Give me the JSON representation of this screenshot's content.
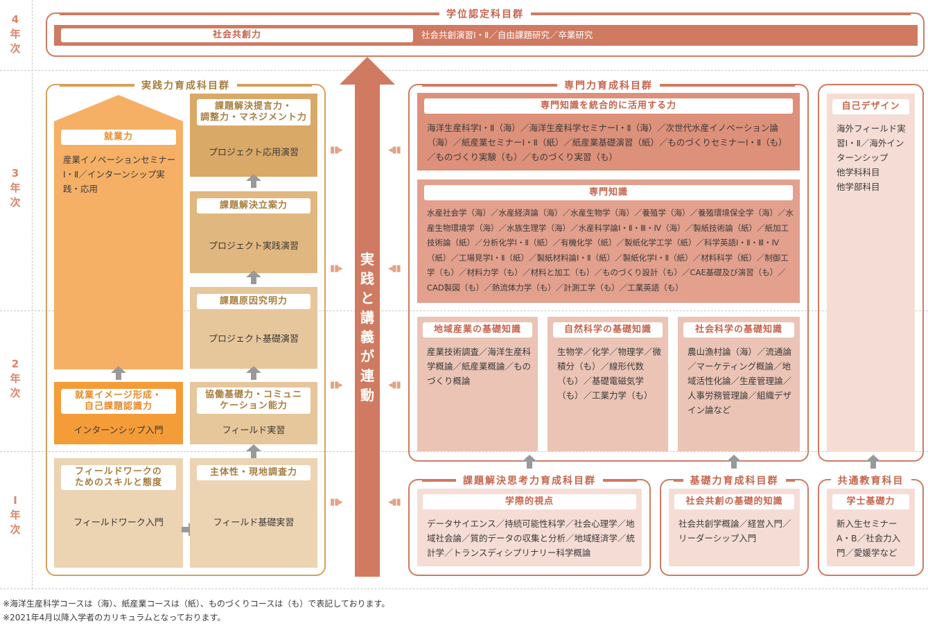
{
  "years": [
    "4\n年\n次",
    "3\n年\n次",
    "2\n年\n次",
    "Ⅰ\n年\n次"
  ],
  "top": {
    "title": "学位認定科目群",
    "pill": "社会共創力",
    "text": "社会共創演習Ⅰ・Ⅱ／自由課題研究／卒業研究"
  },
  "practice": {
    "title": "実践力育成科目群",
    "employment": {
      "title": "就業力",
      "text": "産業イノベーションセミナーⅠ・Ⅱ／インターンシップ実践・応用"
    },
    "image": {
      "title": "就業イメージ形成・\n自己課題認識力",
      "text": "インターンシップ入門"
    },
    "fieldwork": {
      "title": "フィールドワークの\nためのスキルと態度",
      "text": "フィールドワーク入門"
    },
    "proposal": {
      "title": "課題解決提言力・\n調整力・マネジメント力",
      "text": "プロジェクト応用演習"
    },
    "planning": {
      "title": "課題解決立案力",
      "text": "プロジェクト実践演習"
    },
    "cause": {
      "title": "課題原因究明力",
      "text": "プロジェクト基礎演習"
    },
    "collab": {
      "title": "協働基礎力・コミュニ\nケーション能力",
      "text": "フィールド実習"
    },
    "initiative": {
      "title": "主体性・現地調査力",
      "text": "フィールド基礎実習"
    }
  },
  "center_arrow": "実践と講義が連動",
  "specialty": {
    "title": "専門力育成科目群",
    "integrated": {
      "title": "専門知識を統合的に活用する力",
      "text": "海洋生産科学Ⅰ・Ⅱ（海）／海洋生産科学セミナーⅠ・Ⅱ（海）／次世代水産イノベーション論（海）／紙産業セミナーⅠ・Ⅱ（紙）／紙産業基礎演習（紙）／ものづくりセミナーⅠ・Ⅱ（も）／ものづくり実験（も）／ものづくり実習（も）"
    },
    "knowledge": {
      "title": "専門知識",
      "text": "水産社会学（海）／水産経済論（海）／水産生物学（海）／養殖学（海）／養殖環境保全学（海）／水産生物環境学（海）／水族生理学（海）／水産科学論Ⅰ・Ⅱ・Ⅲ・Ⅳ（海）／製紙技術論（紙）／紙加工技術論（紙）／分析化学Ⅰ・Ⅱ（紙）／有機化学（紙）／製紙化学工学（紙）／科学英語Ⅰ・Ⅱ・Ⅲ・Ⅳ（紙）／工場見学Ⅰ・Ⅱ（紙）／製紙材料論Ⅰ・Ⅱ（紙）／製紙化学Ⅰ・Ⅱ（紙）／材料科学（紙）／制御工学（も）／材料力学（も）／材料と加工（も）／ものづくり設計（も）／CAE基礎及び演習（も）／CAD製図（も）／熱流体力学（も）／計測工学（も）／工業英語（も）"
    },
    "regional": {
      "title": "地域産業の基礎知識",
      "text": "産業技術調査／海洋生産科学概論／紙産業概論／ものづくり概論"
    },
    "natural": {
      "title": "自然科学の基礎知識",
      "text": "生物学／化学／物理学／微積分（も）／線形代数（も）／基礎電磁気学（も）／工業力学（も）"
    },
    "social": {
      "title": "社会科学の基礎知識",
      "text": "農山漁村論（海）／流通論／マーケティング概論／地域活性化論／生産管理論／人事労務管理論／組織デザイン論など"
    }
  },
  "self": {
    "title": "自己デザイン",
    "text": "海外フィールド実習Ⅰ・Ⅱ／海外インターンシップ\n他学科科目\n他学部科目"
  },
  "problem": {
    "title": "課題解決思考力育成科目群",
    "pill": "学際的視点",
    "text": "データサイエンス／持続可能性科学／社会心理学／地域社会論／質的データの収集と分析／地域経済学／統計学／トランスディシプリナリー科学概論"
  },
  "basic": {
    "title": "基礎力育成科目群",
    "pill": "社会共創の基礎的知識",
    "text": "社会共創学概論／経営入門／リーダーシップ入門"
  },
  "common": {
    "title": "共通教育科目",
    "pill": "学士基礎力",
    "text": "新入生セミナーA・B／社会力入門／愛媛学など"
  },
  "notes": [
    "※海洋生産科学コースは（海）、紙産業コースは（紙）、ものづくりコースは（も）で表記しております。",
    "※2021年4月以降入学者のカリキュラムとなっております。"
  ],
  "colors": {
    "accent": "#d07a61",
    "light_salmon": "#ebc4b6",
    "pale": "#f5ddd5",
    "orange": "#f5b066",
    "orange_strong": "#f49c38",
    "tan": "#d9a968",
    "sand": "#ecd3b2"
  }
}
